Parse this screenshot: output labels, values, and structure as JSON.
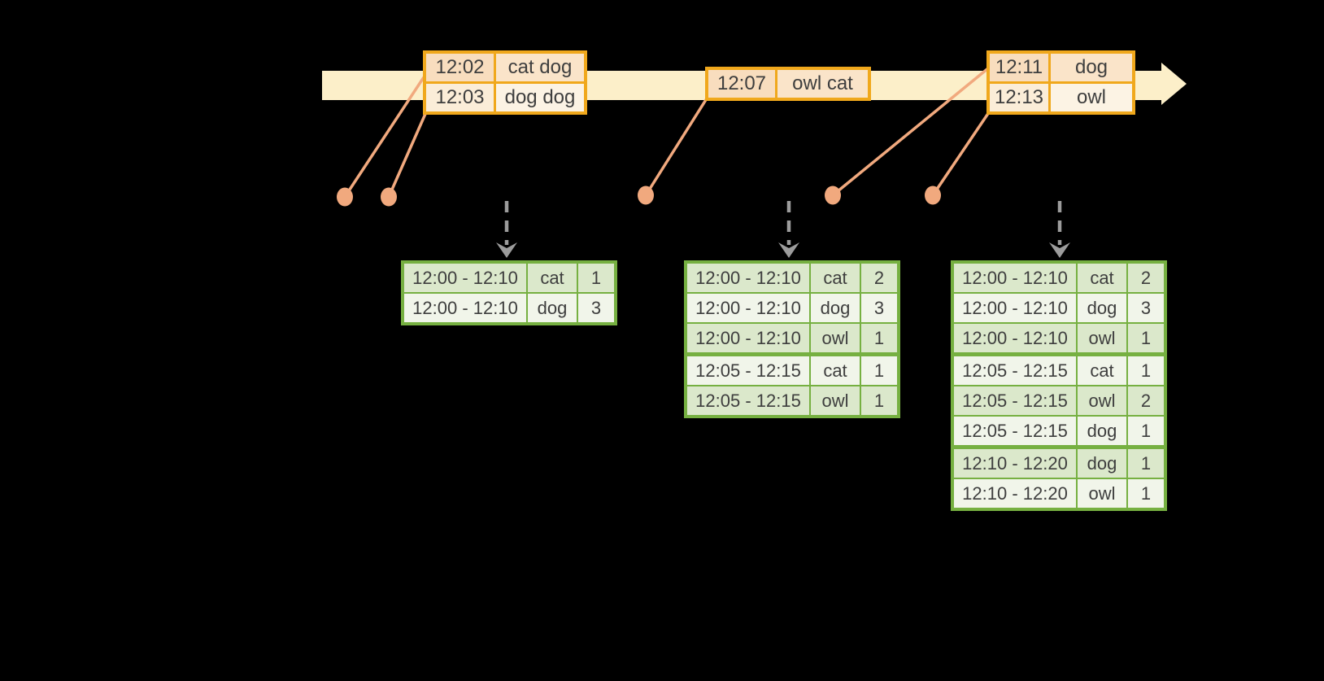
{
  "diagram": {
    "description": "Windowed word-count streaming aggregation timeline with event tables and result tables",
    "colors": {
      "background": "#000000",
      "timeline_band": "#FCEFC9",
      "event_table_border": "#F0A81C",
      "event_row_odd_time": "#F8DDBE",
      "event_row_odd_words": "#FAE4C9",
      "event_row_even_time": "#FBEDD8",
      "event_row_even_words": "#FCF3E4",
      "result_table_border": "#76B041",
      "result_row_green": "#DBE8CB",
      "result_row_light": "#F1F5EA",
      "connector_dot": "#F1A97E",
      "trigger_arrow": "#9C9C9C",
      "text": "#3E3E3E"
    },
    "icons": {
      "timeline_arrow": "right-arrow-band",
      "event_dot": "orange-event-marker",
      "trigger_arrow": "gray-dashed-down-arrow"
    }
  },
  "timeline": {
    "event_tables": [
      {
        "rows": [
          {
            "time": "12:02",
            "words": "cat dog"
          },
          {
            "time": "12:03",
            "words": "dog dog"
          }
        ]
      },
      {
        "rows": [
          {
            "time": "12:07",
            "words": "owl cat"
          }
        ]
      },
      {
        "rows": [
          {
            "time": "12:11",
            "words": "dog"
          },
          {
            "time": "12:13",
            "words": "owl"
          }
        ]
      }
    ]
  },
  "result_tables": [
    {
      "rows": [
        {
          "window": "12:00 - 12:10",
          "word": "cat",
          "count": "1"
        },
        {
          "window": "12:00 - 12:10",
          "word": "dog",
          "count": "3"
        }
      ]
    },
    {
      "rows": [
        {
          "window": "12:00 - 12:10",
          "word": "cat",
          "count": "2"
        },
        {
          "window": "12:00 - 12:10",
          "word": "dog",
          "count": "3"
        },
        {
          "window": "12:00 - 12:10",
          "word": "owl",
          "count": "1"
        },
        {
          "window": "12:05 - 12:15",
          "word": "cat",
          "count": "1"
        },
        {
          "window": "12:05 - 12:15",
          "word": "owl",
          "count": "1"
        }
      ]
    },
    {
      "rows": [
        {
          "window": "12:00 - 12:10",
          "word": "cat",
          "count": "2"
        },
        {
          "window": "12:00 - 12:10",
          "word": "dog",
          "count": "3"
        },
        {
          "window": "12:00 - 12:10",
          "word": "owl",
          "count": "1"
        },
        {
          "window": "12:05 - 12:15",
          "word": "cat",
          "count": "1"
        },
        {
          "window": "12:05 - 12:15",
          "word": "owl",
          "count": "2"
        },
        {
          "window": "12:05 - 12:15",
          "word": "dog",
          "count": "1"
        },
        {
          "window": "12:10 - 12:20",
          "word": "dog",
          "count": "1"
        },
        {
          "window": "12:10 - 12:20",
          "word": "owl",
          "count": "1"
        }
      ]
    }
  ]
}
